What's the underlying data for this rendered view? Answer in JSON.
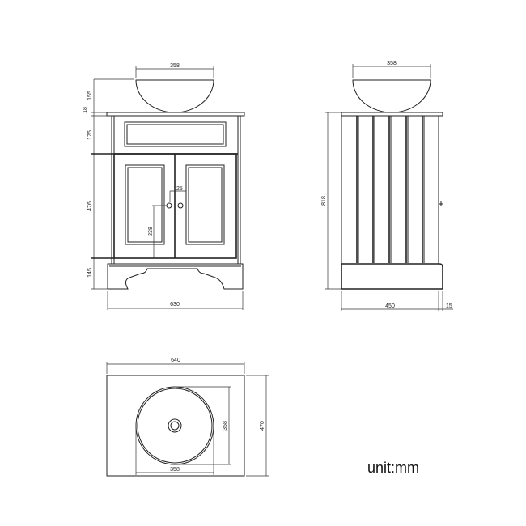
{
  "front_view": {
    "bowl_width": "358",
    "bowl_height": "155",
    "top_thickness": "18",
    "drawer_height": "175",
    "door_height": "476",
    "handle_spacing": "25",
    "handle_height": "238",
    "plinth_height": "145",
    "total_width": "630"
  },
  "side_view": {
    "bowl_width": "358",
    "total_height": "818",
    "depth": "450",
    "overhang": "15"
  },
  "top_view": {
    "width": "640",
    "depth": "470",
    "basin_diameter_vertical": "358",
    "basin_diameter_horizontal": "358"
  },
  "unit_label": "unit:mm",
  "colors": {
    "line": "#222222",
    "background": "#ffffff"
  }
}
